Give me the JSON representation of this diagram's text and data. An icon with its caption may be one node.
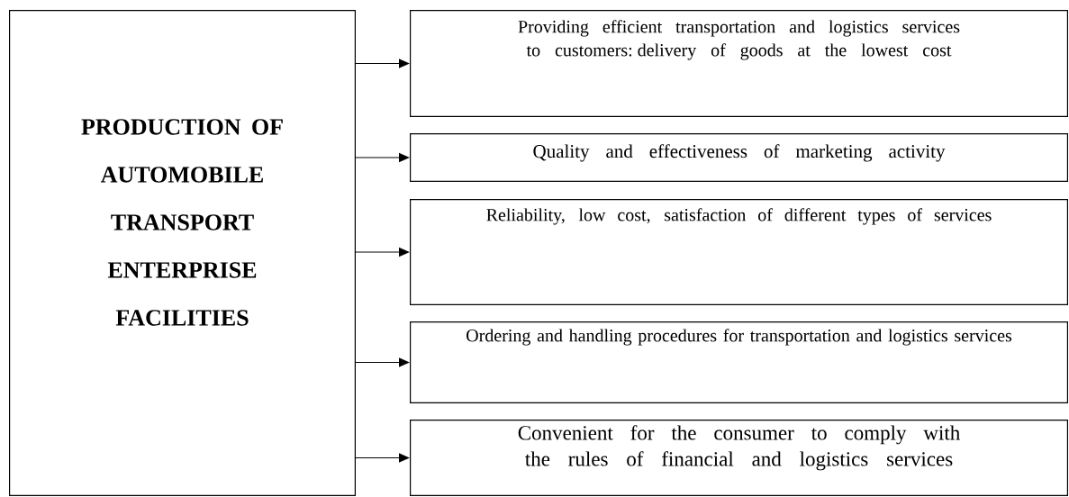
{
  "diagram": {
    "nodes": [
      {
        "text": [
          "PRODUCTION OF AUTOMOBILE TRANSPORT ENTERPRISE FACILITIES"
        ]
      },
      {
        "text": [
          "Providing efficient transportation and logistics services to customers: delivery of goods at the lowest cost"
        ]
      },
      {
        "text": [
          "Quality and effectiveness of marketing activity"
        ]
      },
      {
        "text": [
          "Reliability, low cost, satisfaction of different types of services"
        ]
      },
      {
        "text": [
          "Ordering and handling procedures for transportation and logistics services"
        ]
      },
      {
        "text": [
          "Convenient for the consumer to comply with the rules of financial and logistics services"
        ]
      }
    ],
    "edges": [
      {
        "from": 0,
        "to": 1,
        "arrow": "to"
      },
      {
        "from": 0,
        "to": 2,
        "arrow": "to"
      },
      {
        "from": 0,
        "to": 3,
        "arrow": "to"
      },
      {
        "from": 0,
        "to": 4,
        "arrow": "to"
      },
      {
        "from": 0,
        "to": 5,
        "arrow": "to"
      }
    ]
  }
}
